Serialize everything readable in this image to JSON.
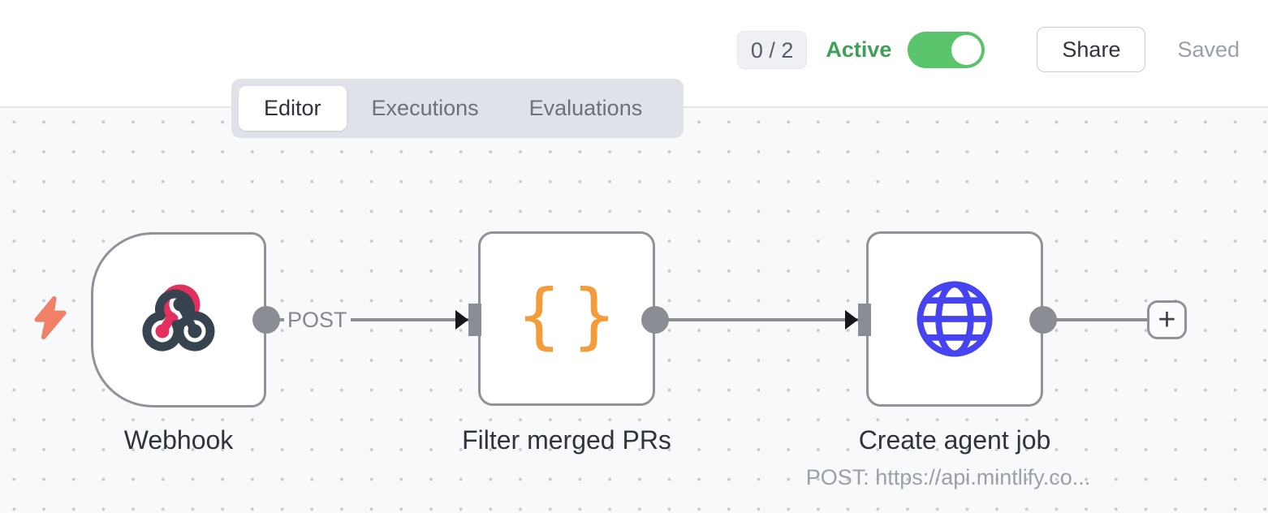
{
  "header": {
    "issues_badge": "0 / 2",
    "active_label": "Active",
    "toggle_state": "on",
    "share_label": "Share",
    "saved_label": "Saved"
  },
  "tabs": [
    {
      "label": "Editor",
      "active": true
    },
    {
      "label": "Executions",
      "active": false
    },
    {
      "label": "Evaluations",
      "active": false
    }
  ],
  "canvas": {
    "trigger_indicator_icon": "lightning-bolt-icon",
    "nodes": [
      {
        "name": "Webhook",
        "type": "webhook-trigger",
        "icon": "webhook-icon",
        "output_label": "POST"
      },
      {
        "name": "Filter merged PRs",
        "type": "code",
        "icon": "braces-icon",
        "icon_text": "{}"
      },
      {
        "name": "Create agent job",
        "type": "http-request",
        "icon": "globe-icon",
        "subtitle": "POST: https://api.mintlify.co..."
      }
    ],
    "add_button_label": "+"
  },
  "colors": {
    "toggle_green": "#5ac46c",
    "active_text_green": "#3f9e57",
    "webhook_pink": "#e3305f",
    "webhook_slate": "#37434e",
    "braces_orange": "#f59c3a",
    "globe_blue": "#4643f0",
    "bolt_coral": "#f08066",
    "connector_gray": "#8a8e94"
  }
}
